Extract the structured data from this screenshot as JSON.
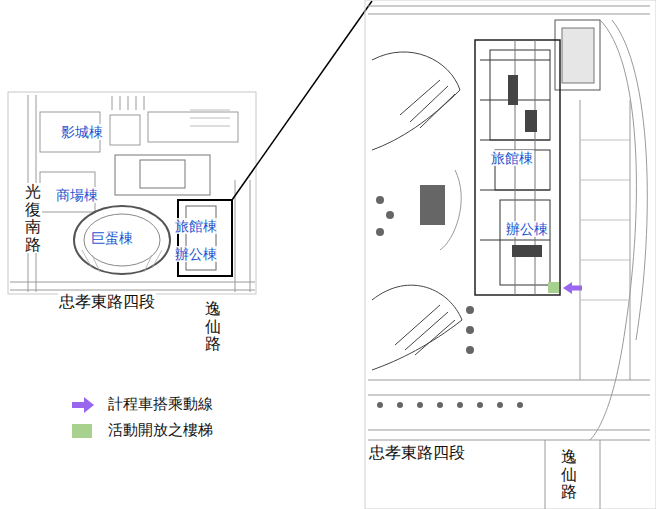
{
  "diagram": {
    "labels": [
      "影城棟",
      "商場棟",
      "巨蛋棟",
      "旅館棟",
      "辦公棟",
      "光復南路",
      "忠孝東路四段",
      "逸仙路",
      "旅館棟",
      "辦公棟",
      "忠孝東路四段",
      "逸仙路"
    ],
    "legend": [
      {
        "text": "計程車搭乘動線"
      },
      {
        "text": "活動開放之樓梯",
        "color": "#a9d18e"
      }
    ]
  }
}
